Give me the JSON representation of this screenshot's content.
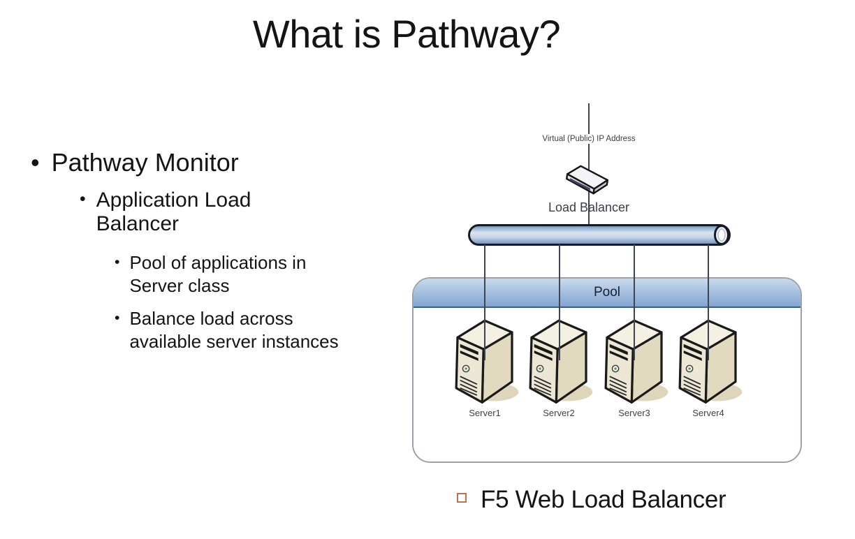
{
  "slide": {
    "title": "What is Pathway?",
    "bullet_char": "•",
    "bullets": {
      "level1": "Pathway Monitor",
      "level2": "Application Load Balancer",
      "level3a": "Pool of applications in Server class",
      "level3b": "Balance load across available server instances"
    },
    "footer": {
      "label": "F5 Web Load Balancer"
    }
  },
  "diagram": {
    "vip_label": "Virtual (Public) IP Address",
    "load_balancer_label": "Load Balancer",
    "pool_label": "Pool",
    "servers": [
      "Server1",
      "Server2",
      "Server3",
      "Server4"
    ]
  },
  "colors": {
    "accent-orange": "#c0734a",
    "text-main": "#141414",
    "diagram-text": "#3a3e46",
    "line": "#3e4552",
    "pool-border": "#9ba1ad",
    "pool-band-top": "#c9daee",
    "pool-band-bottom": "#82a5d0",
    "pool-band-border": "#3a5c8c",
    "pipe-dark": "#5f7ea6",
    "pipe-light": "#d9e4f1",
    "server-front": "#ece7d4",
    "server-side": "#e2dabf",
    "server-top": "#f4f1e3",
    "server-shadow": "#d6cca9"
  }
}
